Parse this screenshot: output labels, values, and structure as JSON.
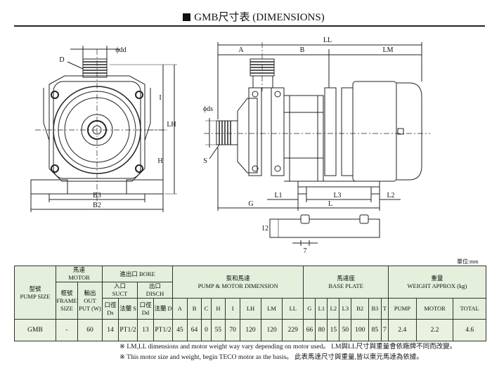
{
  "title": "GMB尺寸表 (DIMENSIONS)",
  "drawing": {
    "labels": {
      "d": "D",
      "dd": "ϕdd",
      "ds": "ϕds",
      "s": "S",
      "i": "I",
      "lh": "LH",
      "h": "H",
      "b3": "B3",
      "b2": "B2",
      "a": "A",
      "b": "B",
      "ll": "LL",
      "lm": "LM",
      "l1": "L1",
      "l3": "L3",
      "l2": "L2",
      "g": "G",
      "l": "L",
      "t12": "12",
      "t7": "7"
    }
  },
  "unit": "單位:mm",
  "table": {
    "model_label": "型號",
    "model_label_en": "PUMP SIZE",
    "motor_label": "馬達",
    "motor_label_en": "MOTOR",
    "bore_label": "進出口 BORE",
    "suct_label": "入口",
    "suct_label_en": "SUCT",
    "disch_label": "出口",
    "disch_label_en": "DISCH",
    "frame_label": "框號",
    "frame_label_en": "FRAME SIZE",
    "output_label": "輸出",
    "output_label_en": "OUT PUT (W)",
    "ds_label": "口徑 Ds",
    "s_label": "法蘭 S",
    "dd_label": "口徑 Dd",
    "d_label": "法蘭 D",
    "pump_motor_label": "泵和馬達",
    "pump_motor_label_en": "PUMP & MOTOR DIMENSION",
    "base_label": "馬達座",
    "base_label_en": "BASE PLATE",
    "weight_label": "重量",
    "weight_label_en": "WEIGHT APPROX (kg)",
    "dim_cols": [
      "A",
      "B",
      "C",
      "H",
      "I",
      "LH",
      "LM",
      "LL"
    ],
    "base_cols": [
      "G",
      "L1",
      "L2",
      "L3",
      "B2",
      "B3",
      "T"
    ],
    "weight_cols": [
      "PUMP",
      "MOTOR",
      "TOTAL"
    ],
    "row": {
      "model": "GMB",
      "frame": "-",
      "output": "60",
      "ds": "14",
      "s": "PT1/2",
      "dd": "13",
      "d": "PT1/2",
      "dims": [
        "45",
        "64",
        "0",
        "55",
        "70",
        "120",
        "120",
        "229"
      ],
      "base": [
        "66",
        "80",
        "15",
        "50",
        "100",
        "85",
        "7"
      ],
      "weights": [
        "2.4",
        "2.2",
        "4.6"
      ]
    }
  },
  "notes": [
    "※  LM,LL dimensions and motor weight way vary depending on motor used。 LM與LL尺寸與重量會依廠牌不同而改變。",
    "※ This motor size and weight, begin TECO motor as the basis。 此表馬達尺寸與重量,皆以東元馬達為依據。"
  ]
}
